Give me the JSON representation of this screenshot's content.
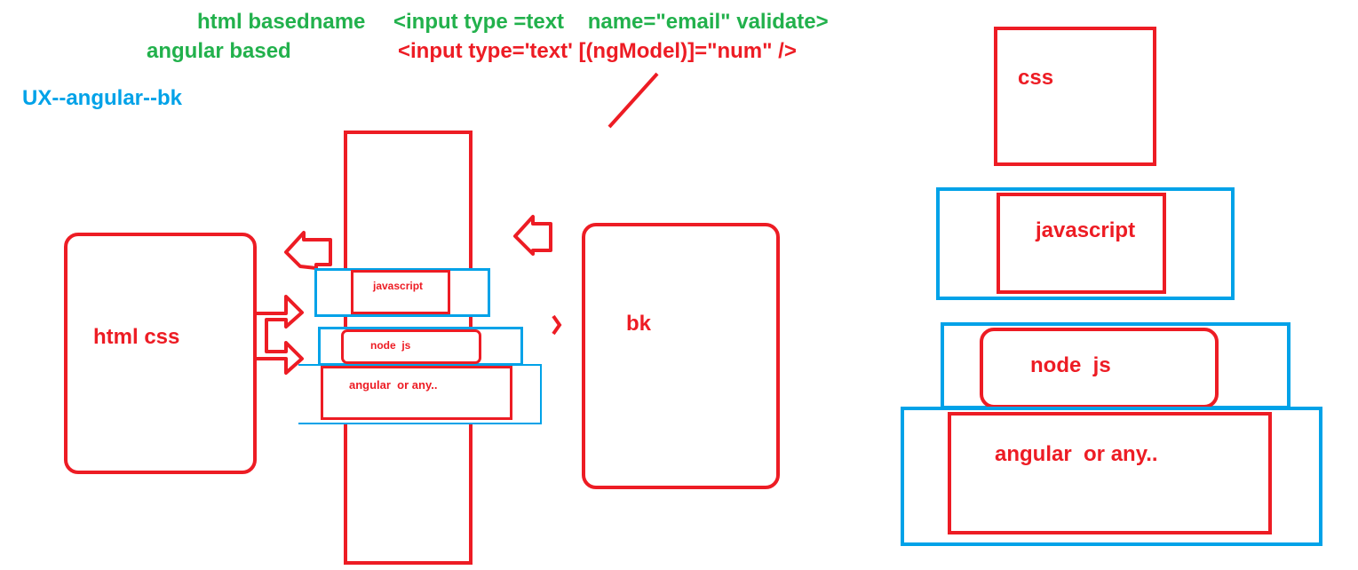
{
  "annotations": {
    "line1_prefix": "html basedname",
    "line1_code": "<input type =text    name=\"email\" validate>",
    "line2_prefix": "angular based",
    "line2_code": "<input type='text' [(ngModel)]=\"num\" />",
    "ux_label": "UX--angular--bk"
  },
  "left_diagram": {
    "frontend_box": "html css",
    "backend_box": "bk",
    "layers": [
      "javascript",
      "node  js",
      "angular  or any.."
    ]
  },
  "right_stack": {
    "layers": [
      "css",
      "javascript",
      "node  js",
      "angular  or any.."
    ]
  },
  "colors": {
    "red": "#ed1c24",
    "blue": "#00a2e8",
    "green": "#22b14c"
  }
}
